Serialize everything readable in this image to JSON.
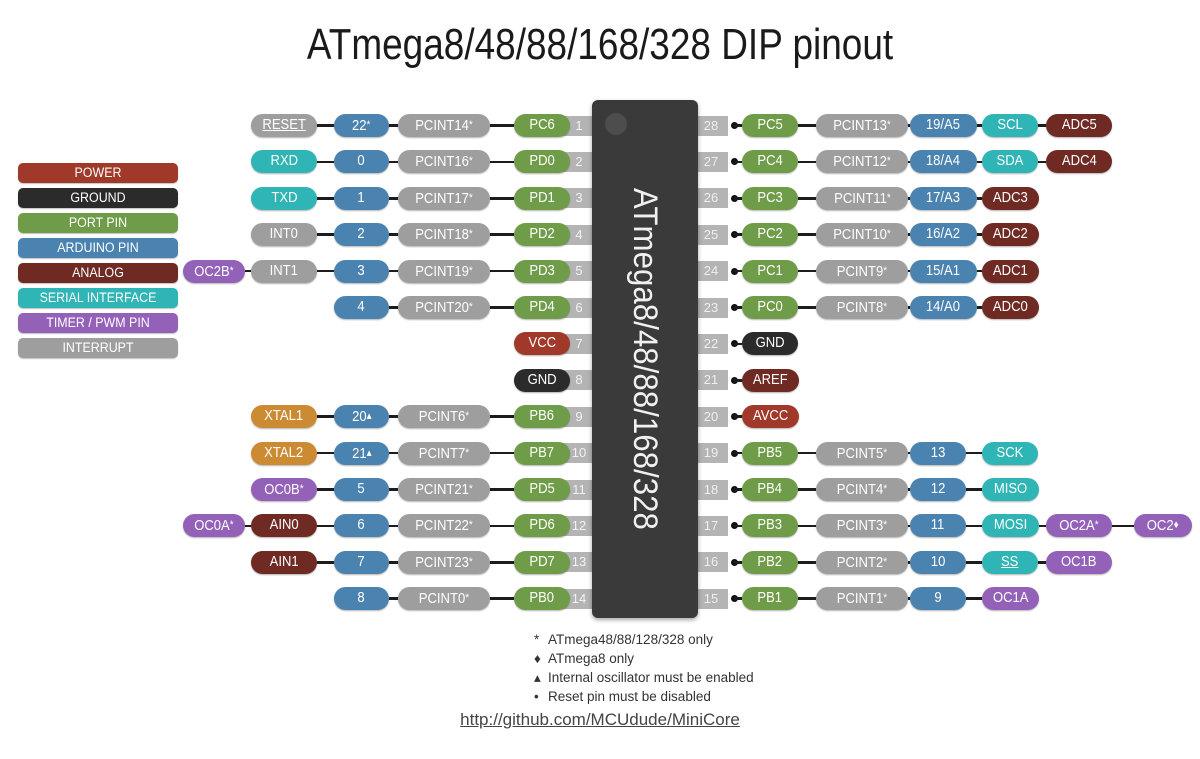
{
  "title": "ATmega8/48/88/168/328 DIP pinout",
  "chip": {
    "label": "ATmega8/48/88/168/328"
  },
  "colors": {
    "power": "#a0392a",
    "ground": "#2b2b2b",
    "port_pin": "#6f9c48",
    "arduino_pin": "#4a82b0",
    "analog": "#6e2a23",
    "serial_interface": "#2fb5b5",
    "timer_pwm": "#9461b8",
    "interrupt": "#9e9e9e",
    "crystal": "#cc8b33",
    "pin_number_box": "#b4b4b4",
    "chip_body": "#3a3a3a",
    "wire": "#1c1c1c"
  },
  "legend": [
    {
      "label": "POWER",
      "key": "power"
    },
    {
      "label": "GROUND",
      "key": "ground"
    },
    {
      "label": "PORT PIN",
      "key": "port_pin"
    },
    {
      "label": "ARDUINO PIN",
      "key": "arduino_pin"
    },
    {
      "label": "ANALOG",
      "key": "analog"
    },
    {
      "label": "SERIAL INTERFACE",
      "key": "serial_interface"
    },
    {
      "label": "TIMER / PWM PIN",
      "key": "timer_pwm"
    },
    {
      "label": "INTERRUPT",
      "key": "interrupt"
    }
  ],
  "left_pins": [
    {
      "pin": "1",
      "labels": [
        "RESET",
        "22*",
        "PCINT14*",
        "PC6"
      ]
    },
    {
      "pin": "2",
      "labels": [
        "RXD",
        "0",
        "PCINT16*",
        "PD0"
      ]
    },
    {
      "pin": "3",
      "labels": [
        "TXD",
        "1",
        "PCINT17*",
        "PD1"
      ]
    },
    {
      "pin": "4",
      "labels": [
        "INT0",
        "2",
        "PCINT18*",
        "PD2"
      ]
    },
    {
      "pin": "5",
      "labels": [
        "OC2B*",
        "INT1",
        "3",
        "PCINT19*",
        "PD3"
      ]
    },
    {
      "pin": "6",
      "labels": [
        "4",
        "PCINT20*",
        "PD4"
      ]
    },
    {
      "pin": "7",
      "labels": [
        "VCC"
      ]
    },
    {
      "pin": "8",
      "labels": [
        "GND"
      ]
    },
    {
      "pin": "9",
      "labels": [
        "XTAL1",
        "20▴",
        "PCINT6*",
        "PB6"
      ]
    },
    {
      "pin": "10",
      "labels": [
        "XTAL2",
        "21▴",
        "PCINT7*",
        "PB7"
      ]
    },
    {
      "pin": "11",
      "labels": [
        "OC0B*",
        "5",
        "PCINT21*",
        "PD5"
      ]
    },
    {
      "pin": "12",
      "labels": [
        "OC0A*",
        "AIN0",
        "6",
        "PCINT22*",
        "PD6"
      ]
    },
    {
      "pin": "13",
      "labels": [
        "AIN1",
        "7",
        "PCINT23*",
        "PD7"
      ]
    },
    {
      "pin": "14",
      "labels": [
        "8",
        "PCINT0*",
        "PB0"
      ]
    }
  ],
  "right_pins": [
    {
      "pin": "28",
      "labels": [
        "PC5",
        "PCINT13*",
        "19/A5",
        "SCL",
        "ADC5"
      ]
    },
    {
      "pin": "27",
      "labels": [
        "PC4",
        "PCINT12*",
        "18/A4",
        "SDA",
        "ADC4"
      ]
    },
    {
      "pin": "26",
      "labels": [
        "PC3",
        "PCINT11*",
        "17/A3",
        "ADC3"
      ]
    },
    {
      "pin": "25",
      "labels": [
        "PC2",
        "PCINT10*",
        "16/A2",
        "ADC2"
      ]
    },
    {
      "pin": "24",
      "labels": [
        "PC1",
        "PCINT9*",
        "15/A1",
        "ADC1"
      ]
    },
    {
      "pin": "23",
      "labels": [
        "PC0",
        "PCINT8*",
        "14/A0",
        "ADC0"
      ]
    },
    {
      "pin": "22",
      "labels": [
        "GND"
      ]
    },
    {
      "pin": "21",
      "labels": [
        "AREF"
      ]
    },
    {
      "pin": "20",
      "labels": [
        "AVCC"
      ]
    },
    {
      "pin": "19",
      "labels": [
        "PB5",
        "PCINT5*",
        "13",
        "SCK"
      ]
    },
    {
      "pin": "18",
      "labels": [
        "PB4",
        "PCINT4*",
        "12",
        "MISO"
      ]
    },
    {
      "pin": "17",
      "labels": [
        "PB3",
        "PCINT3*",
        "11",
        "MOSI",
        "OC2A*",
        "OC2♦"
      ]
    },
    {
      "pin": "16",
      "labels": [
        "PB2",
        "PCINT2*",
        "10",
        "SS",
        "OC1B"
      ]
    },
    {
      "pin": "15",
      "labels": [
        "PB1",
        "PCINT1*",
        "9",
        "OC1A"
      ]
    }
  ],
  "notes": [
    {
      "marker": "*",
      "text": "ATmega48/88/128/328 only"
    },
    {
      "marker": "♦",
      "text": "ATmega8 only"
    },
    {
      "marker": "▴",
      "text": "Internal oscillator must be enabled"
    },
    {
      "marker": "•",
      "text": "Reset pin must be disabled"
    }
  ],
  "link": "http://github.com/MCUdude/MiniCore"
}
